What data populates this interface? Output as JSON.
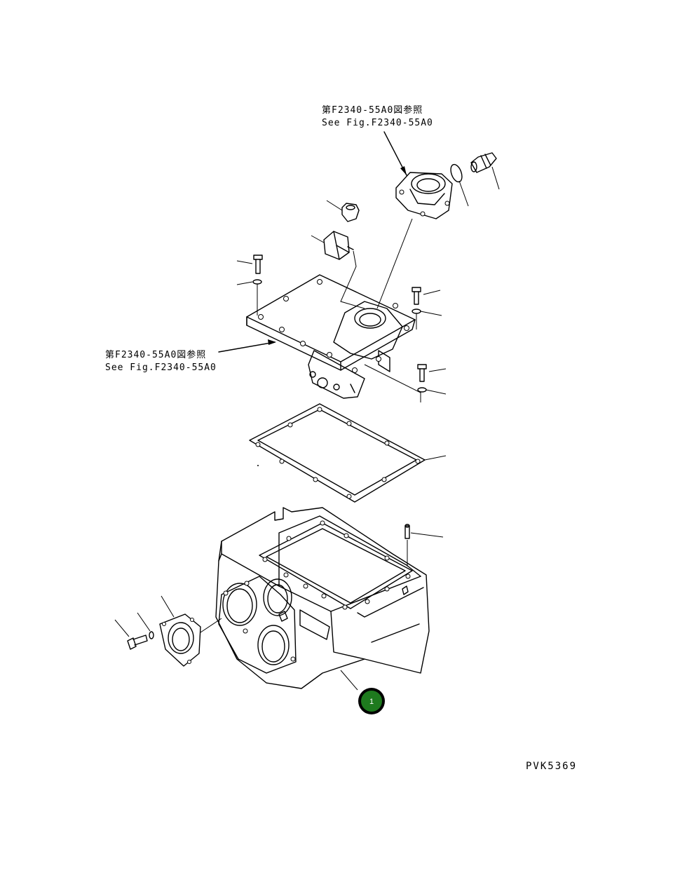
{
  "references": [
    {
      "jp": "第F2340-55A0図参照",
      "en": "See Fig.F2340-55A0"
    },
    {
      "jp": "第F2340-55A0図参照",
      "en": "See Fig.F2340-55A0"
    }
  ],
  "callout": {
    "number": "1",
    "color": "#1e7a1e"
  },
  "drawing_code": "PVK5369"
}
